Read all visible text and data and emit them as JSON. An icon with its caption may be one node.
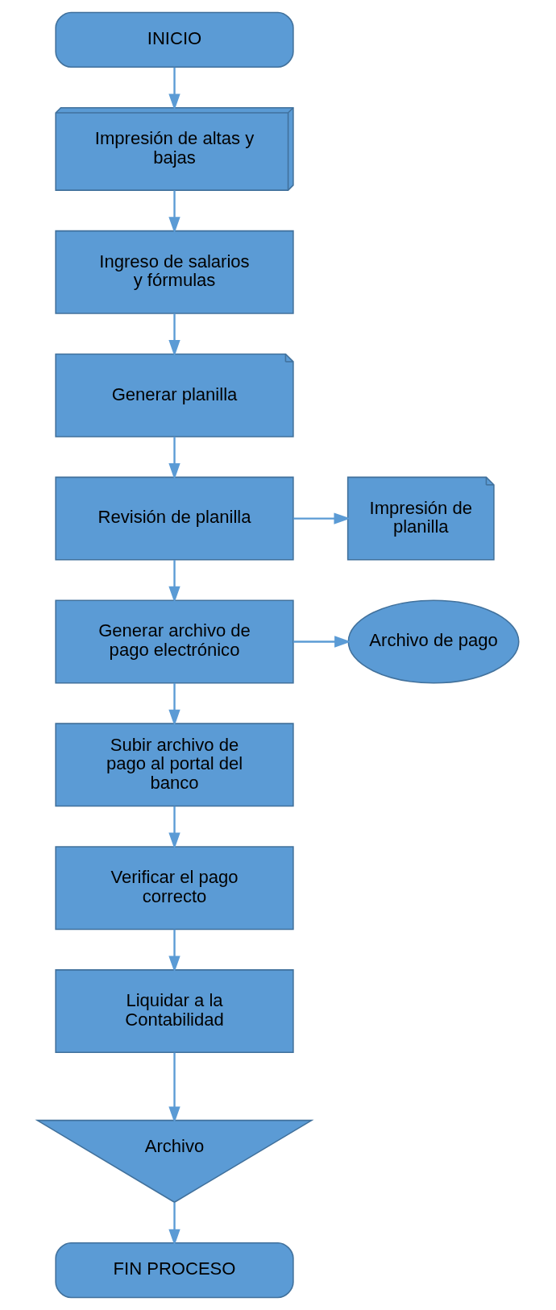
{
  "diagram": {
    "nodes": [
      {
        "text": [
          "INICIO"
        ]
      },
      {
        "text": [
          "Impresión de altas y bajas"
        ]
      },
      {
        "text": [
          "Ingreso de salarios y fórmulas"
        ]
      },
      {
        "text": [
          "Generar planilla"
        ]
      },
      {
        "text": [
          "Revisión de planilla"
        ]
      },
      {
        "text": [
          "Impresión de planilla"
        ]
      },
      {
        "text": [
          "Generar archivo de pago electrónico"
        ]
      },
      {
        "text": [
          "Archivo de pago"
        ]
      },
      {
        "text": [
          "Subir archivo de pago al portal del banco"
        ]
      },
      {
        "text": [
          "Verificar el pago correcto"
        ]
      },
      {
        "text": [
          "Liquidar a la Contabilidad"
        ]
      },
      {
        "text": [
          "Archivo"
        ]
      },
      {
        "text": [
          "FIN PROCESO"
        ]
      }
    ],
    "edges": [
      {
        "from": 0,
        "to": 1,
        "arrow": "to"
      },
      {
        "from": 1,
        "to": 2,
        "arrow": "to"
      },
      {
        "from": 2,
        "to": 3,
        "arrow": "to"
      },
      {
        "from": 3,
        "to": 4,
        "arrow": "to"
      },
      {
        "from": 4,
        "to": 5,
        "arrow": "to"
      },
      {
        "from": 4,
        "to": 6,
        "arrow": "to"
      },
      {
        "from": 6,
        "to": 7,
        "arrow": "to"
      },
      {
        "from": 6,
        "to": 8,
        "arrow": "to"
      },
      {
        "from": 8,
        "to": 9,
        "arrow": "to"
      },
      {
        "from": 9,
        "to": 10,
        "arrow": "to"
      },
      {
        "from": 10,
        "to": 11,
        "arrow": "to"
      },
      {
        "from": 11,
        "to": 12,
        "arrow": "to"
      }
    ]
  }
}
